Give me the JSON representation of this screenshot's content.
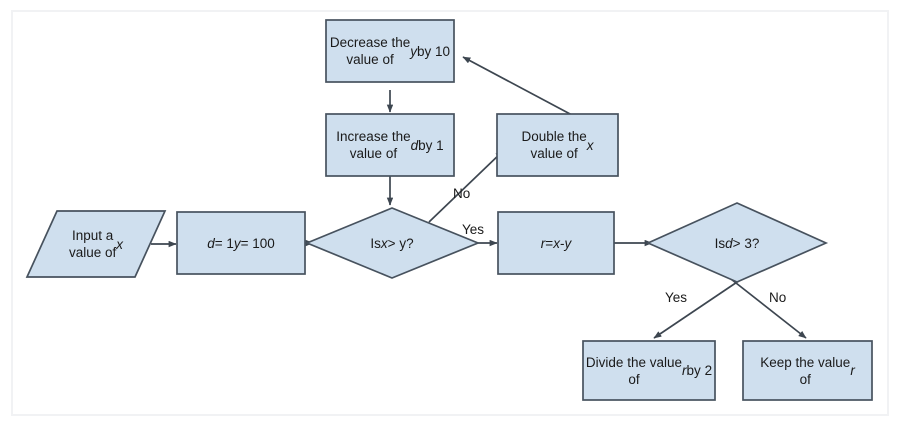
{
  "diagram": {
    "title": "Algorithm flowchart",
    "colors": {
      "node_fill": "#cfdfee",
      "node_stroke": "#47525e",
      "edge_stroke": "#3d4650",
      "frame_border": "#f1f2f4",
      "background": "#ffffff",
      "text": "#1a1a1a"
    },
    "nodes": [
      {
        "id": "input-x",
        "shape": "parallelogram",
        "lines": [
          "Input a",
          "value of",
          "x"
        ],
        "text": "Input a\nvalue of\nx"
      },
      {
        "id": "init-values",
        "shape": "rectangle",
        "lines": [
          "d = 1",
          "y = 100"
        ],
        "text": "d = 1\ny = 100"
      },
      {
        "id": "decision-x-gt-y",
        "shape": "diamond",
        "lines": [
          "Is x > y?"
        ],
        "text": "Is x > y?"
      },
      {
        "id": "decrease-y",
        "shape": "rectangle",
        "lines": [
          "Decrease the",
          "value of y by 10"
        ],
        "text": "Decrease the\nvalue of y by 10"
      },
      {
        "id": "increase-d",
        "shape": "rectangle",
        "lines": [
          "Increase the",
          "value of d by 1"
        ],
        "text": "Increase the\nvalue of d by 1"
      },
      {
        "id": "double-x",
        "shape": "rectangle",
        "lines": [
          "Double the",
          "value of x"
        ],
        "text": "Double the\nvalue of x"
      },
      {
        "id": "assign-r",
        "shape": "rectangle",
        "lines": [
          "r = x - y"
        ],
        "text": "r = x - y"
      },
      {
        "id": "decision-d-gt-3",
        "shape": "diamond",
        "lines": [
          "Is d > 3?"
        ],
        "text": "Is d > 3?"
      },
      {
        "id": "divide-r",
        "shape": "rectangle",
        "lines": [
          "Divide the value",
          "of r by 2"
        ],
        "text": "Divide the value\nof r by 2"
      },
      {
        "id": "keep-r",
        "shape": "rectangle",
        "lines": [
          "Keep the value",
          "of r"
        ],
        "text": "Keep the value\nof r"
      }
    ],
    "edge_labels": {
      "decision1_no": "No",
      "decision1_yes": "Yes",
      "decision2_yes": "Yes",
      "decision2_no": "No"
    },
    "edges": [
      {
        "from": "input-x",
        "to": "init-values",
        "label": ""
      },
      {
        "from": "init-values",
        "to": "decision-x-gt-y",
        "label": ""
      },
      {
        "from": "decision-x-gt-y",
        "to": "double-x",
        "label": "No"
      },
      {
        "from": "decision-x-gt-y",
        "to": "assign-r",
        "label": "Yes"
      },
      {
        "from": "double-x",
        "to": "decrease-y",
        "label": ""
      },
      {
        "from": "decrease-y",
        "to": "increase-d",
        "label": ""
      },
      {
        "from": "increase-d",
        "to": "decision-x-gt-y",
        "label": ""
      },
      {
        "from": "assign-r",
        "to": "decision-d-gt-3",
        "label": ""
      },
      {
        "from": "decision-d-gt-3",
        "to": "divide-r",
        "label": "Yes"
      },
      {
        "from": "decision-d-gt-3",
        "to": "keep-r",
        "label": "No"
      }
    ]
  }
}
